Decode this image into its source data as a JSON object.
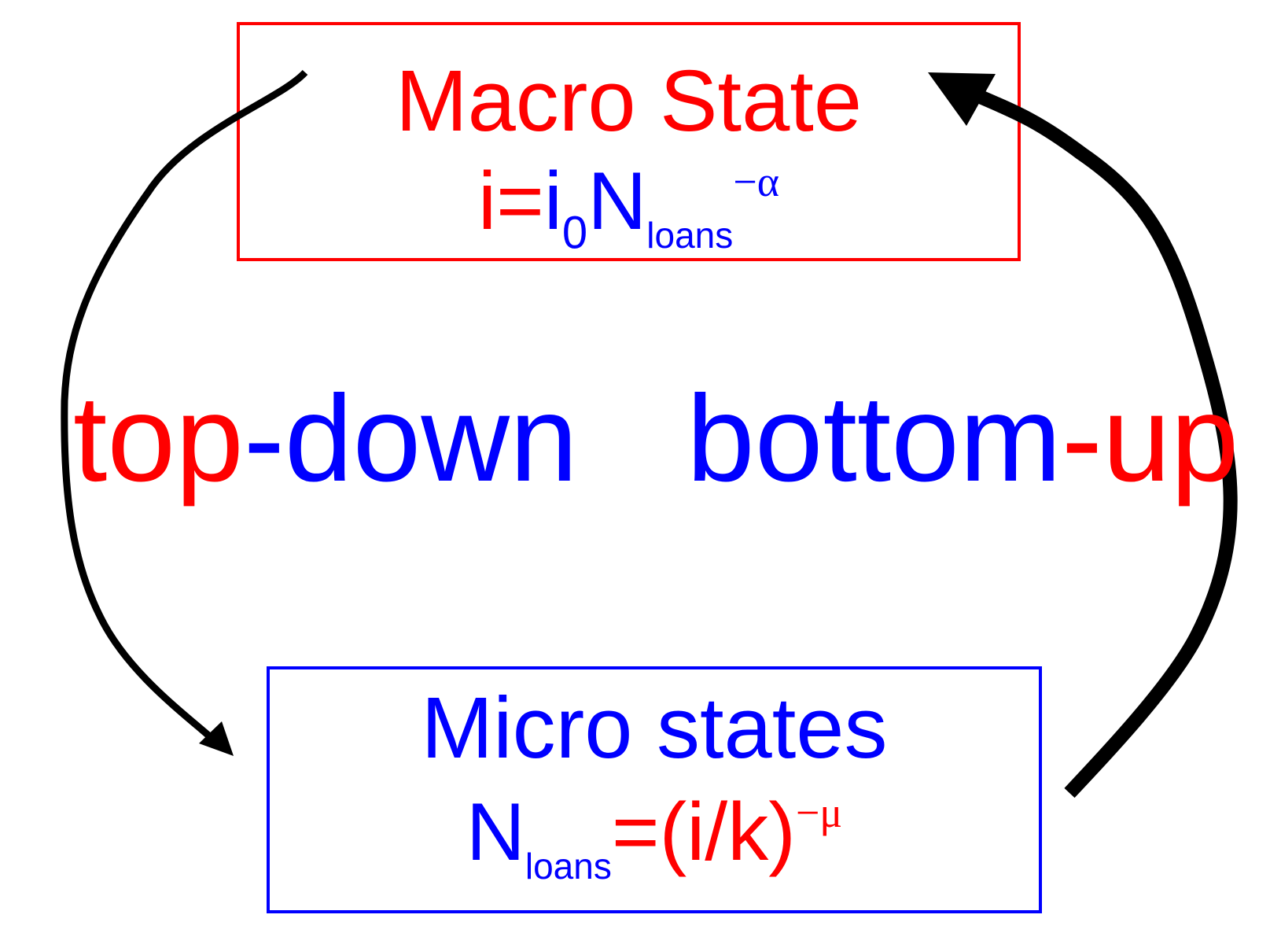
{
  "macro": {
    "title": "Macro State",
    "eq_i": "i",
    "eq_equals": "=",
    "eq_i2": "i",
    "eq_sub0": "0",
    "eq_N": "N",
    "eq_sub_loans": "loans",
    "eq_sup": "−α"
  },
  "micro": {
    "title": "Micro states",
    "eq_N": "N",
    "eq_sub_loans": "loans",
    "eq_rhs": "=(i/k)",
    "eq_sup": "−μ"
  },
  "labels": {
    "top": "top",
    "dash_down": "-down",
    "bottom": "bottom",
    "dash_up": "-up"
  },
  "colors": {
    "macro_border": "#ff0000",
    "micro_border": "#0000ff",
    "red": "#ff0000",
    "blue": "#0000ff",
    "arrow": "#000000"
  }
}
